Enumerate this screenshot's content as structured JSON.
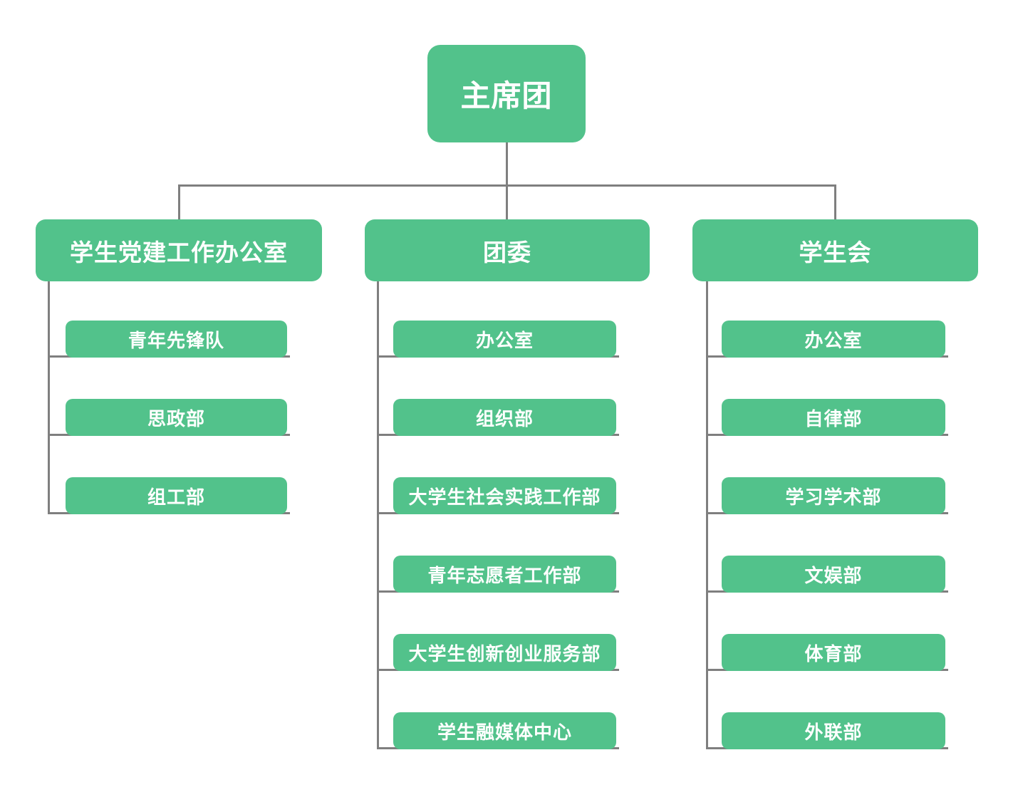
{
  "colors": {
    "node_background": "#52c28b",
    "node_text": "#ffffff",
    "connector": "#7f7f7f",
    "page_background": "#ffffff"
  },
  "chart_data": {
    "type": "org-tree",
    "root": {
      "label": "主席团"
    },
    "branches": [
      {
        "label": "学生党建工作办公室",
        "children": [
          "青年先锋队",
          "思政部",
          "组工部"
        ]
      },
      {
        "label": "团委",
        "children": [
          "办公室",
          "组织部",
          "大学生社会实践工作部",
          "青年志愿者工作部",
          "大学生创新创业服务部",
          "学生融媒体中心"
        ]
      },
      {
        "label": "学生会",
        "children": [
          "办公室",
          "自律部",
          "学习学术部",
          "文娱部",
          "体育部",
          "外联部"
        ]
      }
    ]
  },
  "chart": {
    "root": {
      "label": "主席团"
    },
    "branches": [
      {
        "label": "学生党建工作办公室",
        "children": [
          "青年先锋队",
          "思政部",
          "组工部"
        ]
      },
      {
        "label": "团委",
        "children": [
          "办公室",
          "组织部",
          "大学生社会实践工作部",
          "青年志愿者工作部",
          "大学生创新创业服务部",
          "学生融媒体中心"
        ]
      },
      {
        "label": "学生会",
        "children": [
          "办公室",
          "自律部",
          "学习学术部",
          "文娱部",
          "体育部",
          "外联部"
        ]
      }
    ]
  }
}
